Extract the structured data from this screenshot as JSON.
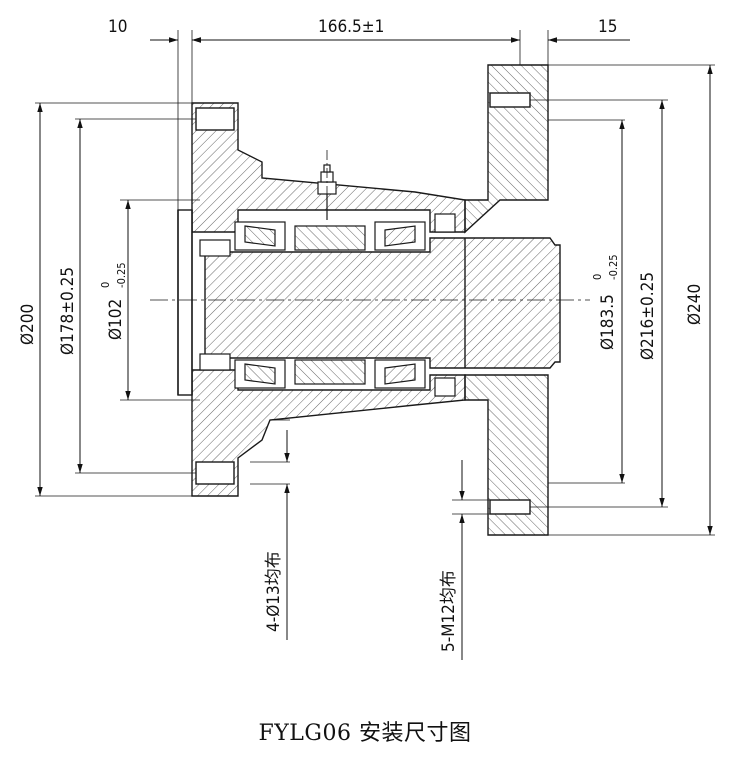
{
  "caption": "FYLG06 安装尺寸图",
  "dimensions": {
    "top_left": "10",
    "top_mid": "166.5±1",
    "top_right": "15",
    "d200": "Ø200",
    "d178": "Ø178±0.25",
    "d102_main": "Ø102",
    "d102_upper": "0",
    "d102_lower": "-0.25",
    "d183_main": "Ø183.5",
    "d183_upper": "0",
    "d183_lower": "-0.25",
    "d216": "Ø216±0.25",
    "d240": "Ø240",
    "holes_left": "4-Ø13均布",
    "holes_right": "5-M12均布"
  },
  "colors": {
    "line": "#1a1a1a",
    "hatch": "#555555",
    "background": "#ffffff"
  }
}
